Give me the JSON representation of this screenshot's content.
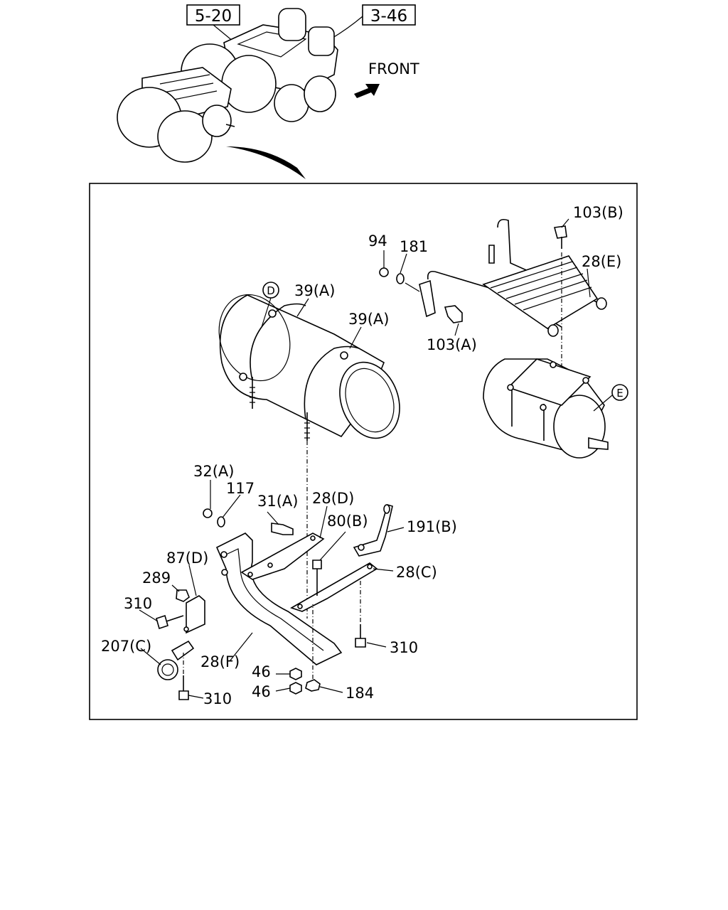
{
  "references": {
    "ref_a": "5-20",
    "ref_b": "3-46"
  },
  "front_label": "FRONT",
  "callouts": {
    "d": "D",
    "e": "E"
  },
  "labels": {
    "l103b": "103(B)",
    "l94": "94",
    "l181": "181",
    "l28e": "28(E)",
    "l39a_1": "39(A)",
    "l39a_2": "39(A)",
    "l103a": "103(A)",
    "l32a": "32(A)",
    "l117": "117",
    "l31a": "31(A)",
    "l28d": "28(D)",
    "l80b": "80(B)",
    "l191b": "191(B)",
    "l87d": "87(D)",
    "l289": "289",
    "l28c": "28(C)",
    "l310_1": "310",
    "l310_2": "310",
    "l310_3": "310",
    "l207c": "207(C)",
    "l28f": "28(F)",
    "l46_1": "46",
    "l46_2": "46",
    "l184": "184"
  }
}
